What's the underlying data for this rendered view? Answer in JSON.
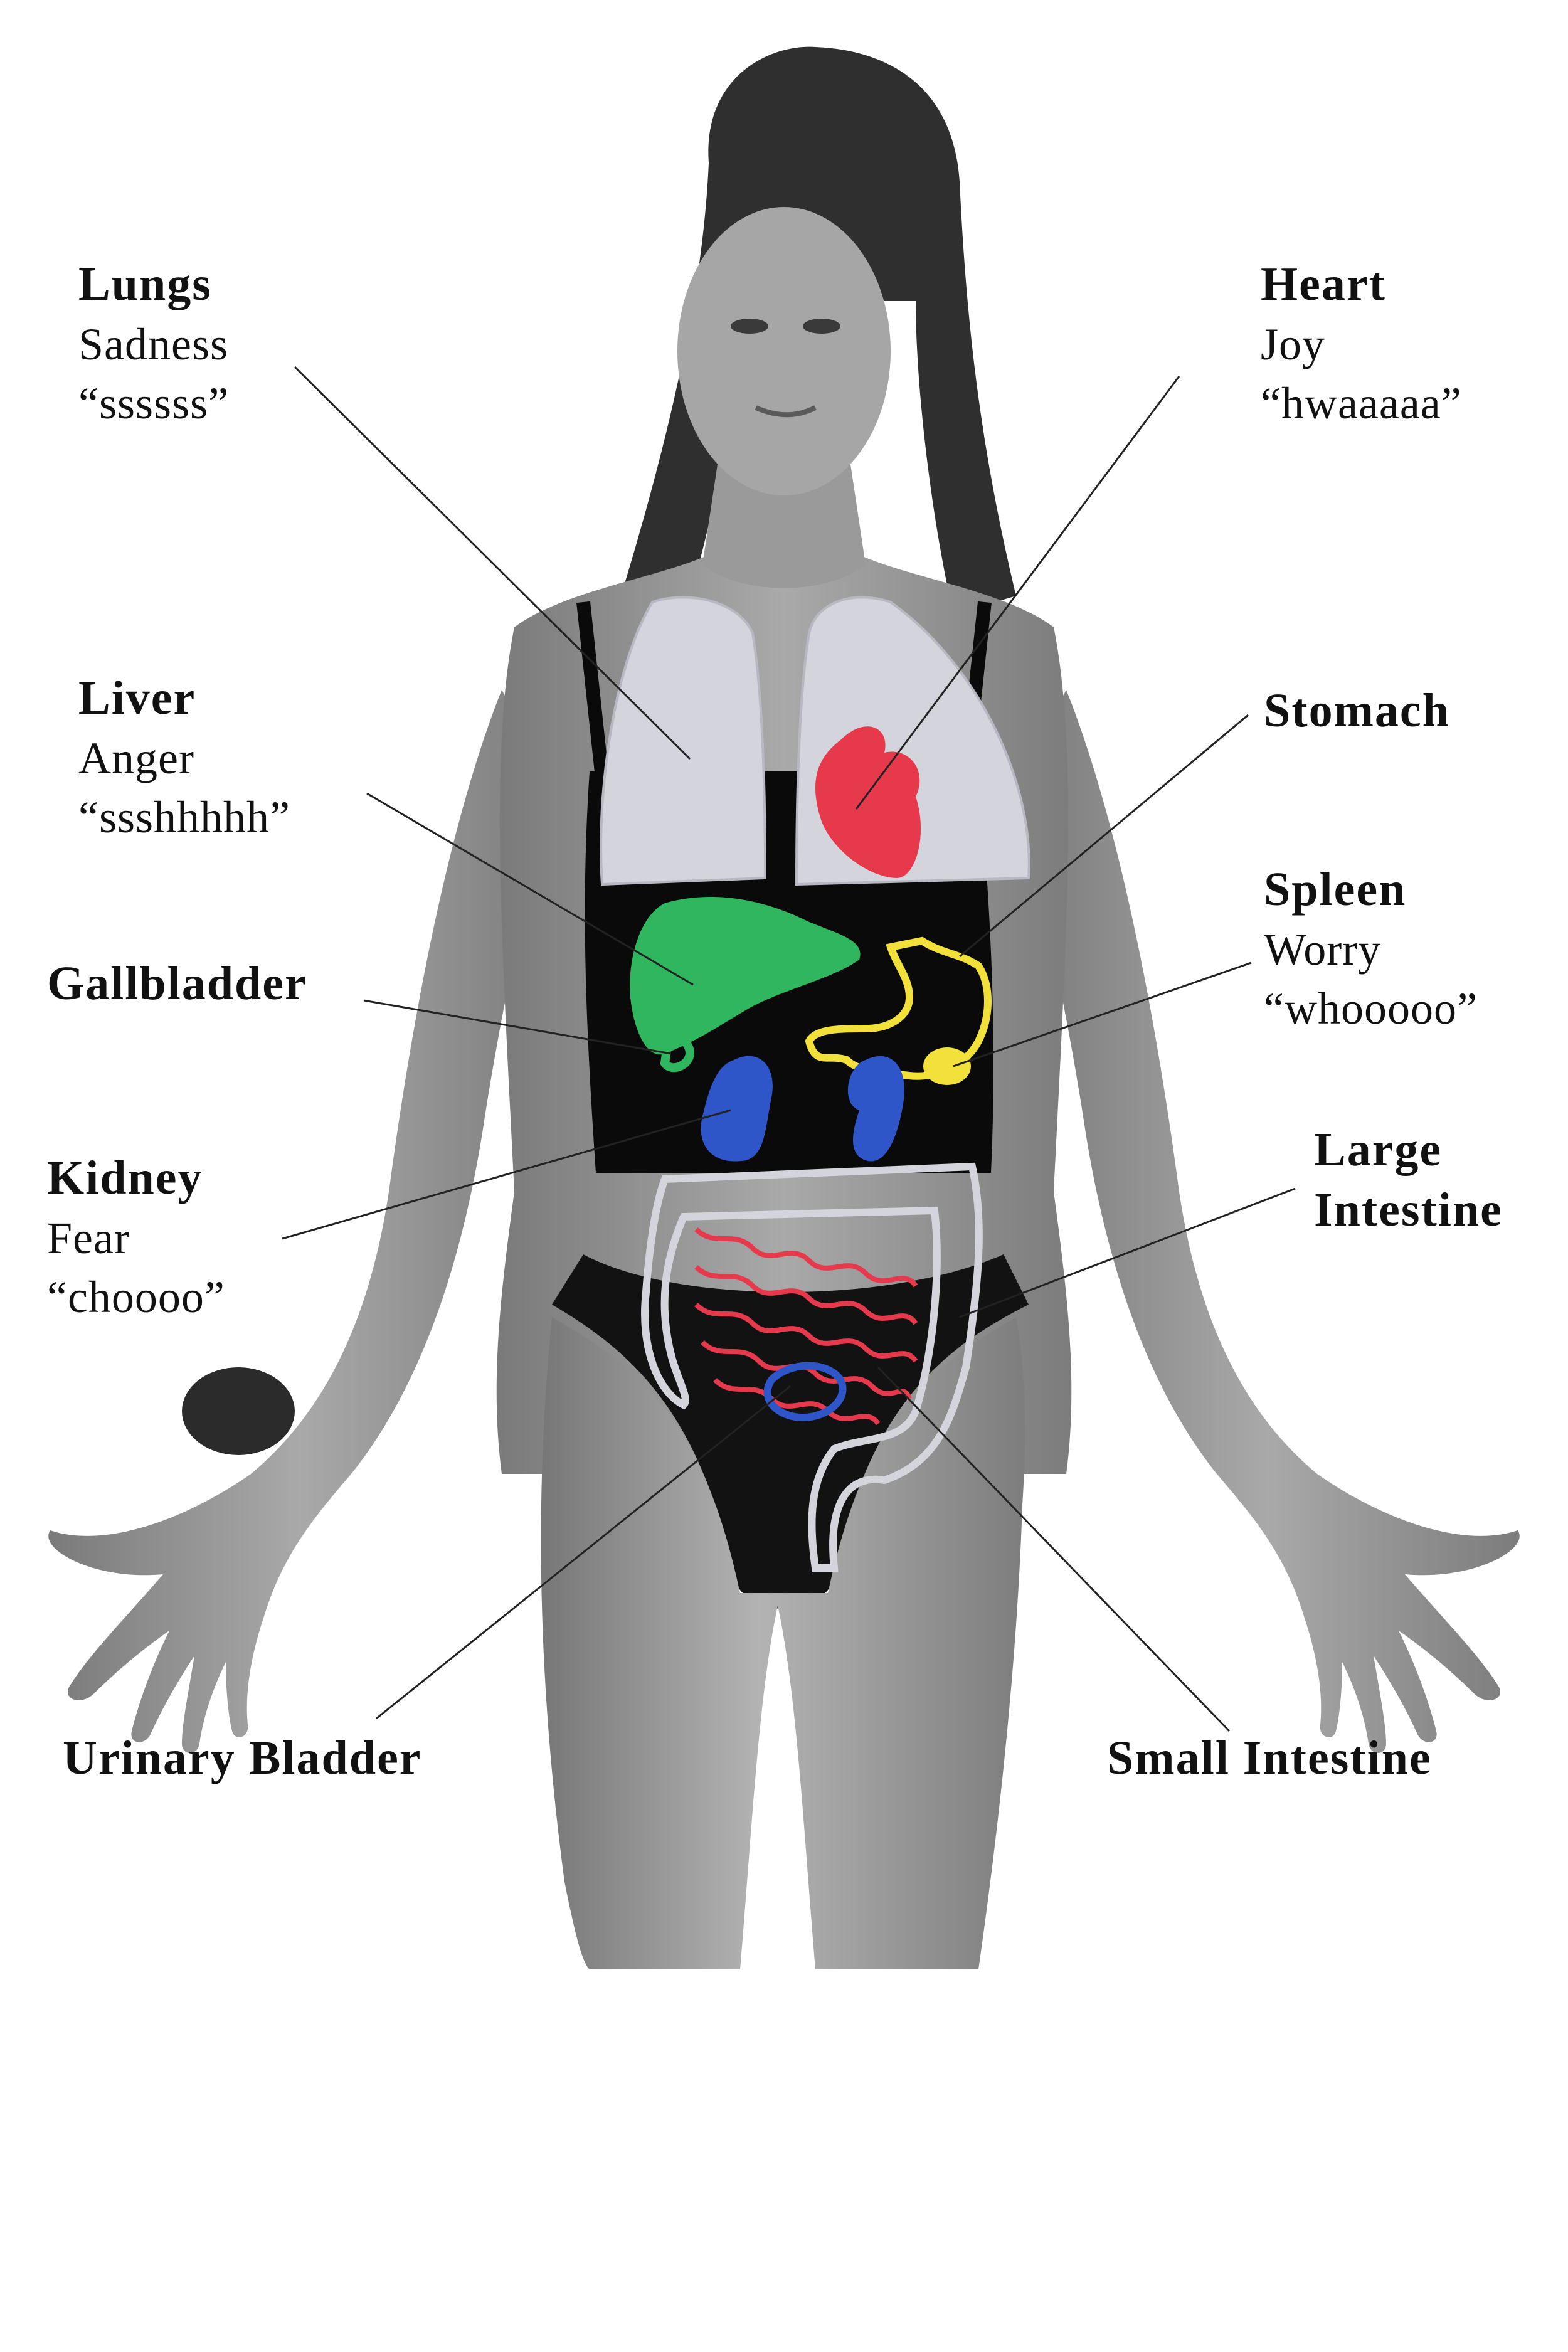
{
  "image": {
    "description_free": true,
    "background": "#ffffff",
    "photo_tone": "grayscale"
  },
  "organ_colors": {
    "lungs": "#d4d4dc",
    "heart": "#e63a4c",
    "liver": "#2fb65e",
    "gallbladder": "#2fb65e",
    "stomach": "#f1e13a",
    "spleen": "#f1e13a",
    "kidney": "#2f56c8",
    "large_intestine": "#d4d4dc",
    "small_intestine": "#e63a4c",
    "urinary_bladder": "#2f56c8"
  },
  "labels": {
    "lungs": {
      "name": "Lungs",
      "emotion": "Sadness",
      "sound": "“ssssss”"
    },
    "heart": {
      "name": "Heart",
      "emotion": "Joy",
      "sound": "“hwaaaaa”"
    },
    "liver": {
      "name": "Liver",
      "emotion": "Anger",
      "sound": "“ssshhhhh”"
    },
    "stomach": {
      "name": "Stomach"
    },
    "spleen": {
      "name": "Spleen",
      "emotion": "Worry",
      "sound": "“whooooo”"
    },
    "gallbladder": {
      "name": "Gallbladder"
    },
    "kidney": {
      "name": "Kidney",
      "emotion": "Fear",
      "sound": "“choooo”"
    },
    "large_intestine": {
      "name_line1": "Large",
      "name_line2": "Intestine"
    },
    "urinary_bladder": {
      "name": "Urinary Bladder"
    },
    "small_intestine": {
      "name": "Small Intestine"
    }
  }
}
